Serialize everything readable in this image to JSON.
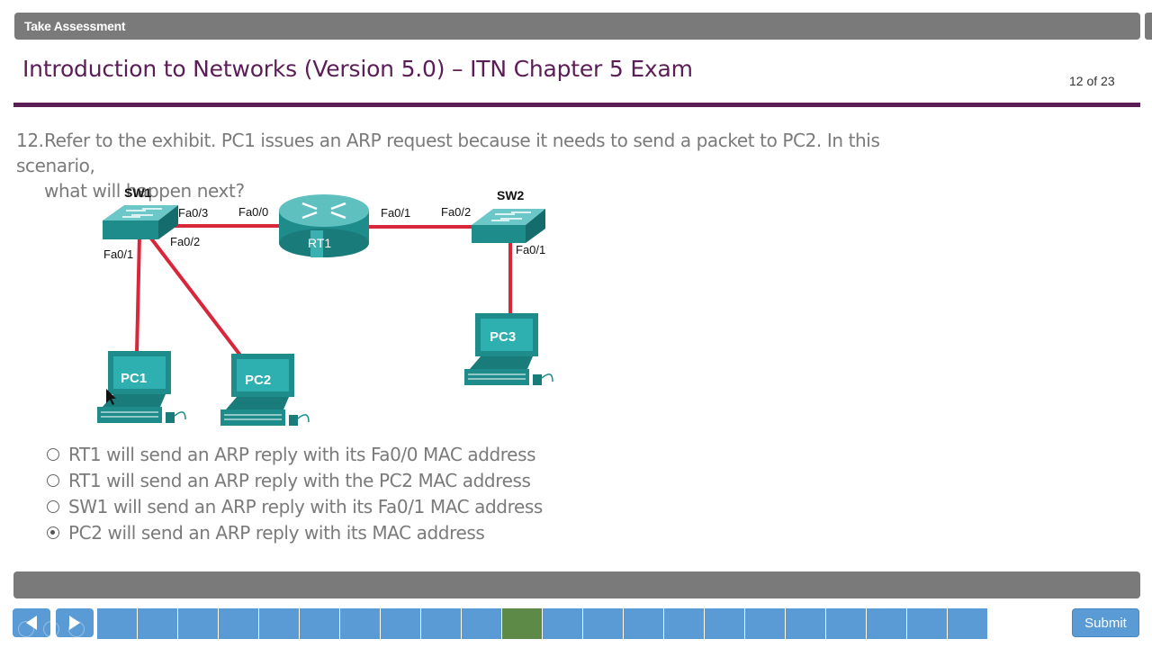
{
  "header": {
    "bar_title": "Take Assessment",
    "exam_title": "Introduction to Networks (Version 5.0) – ITN Chapter 5 Exam",
    "counter": "12 of 23"
  },
  "question": {
    "number": "12.",
    "line1": "Refer to the exhibit. PC1 issues an ARP request because it needs to send a packet to PC2. In this scenario,",
    "line2": "what will happen next?"
  },
  "exhibit": {
    "sw1": "SW1",
    "sw2": "SW2",
    "rt1": "RT1",
    "pc1": "PC1",
    "pc2": "PC2",
    "pc3": "PC3",
    "sw1_fa03": "Fa0/3",
    "sw1_fa02": "Fa0/2",
    "sw1_fa01": "Fa0/1",
    "rt1_fa00": "Fa0/0",
    "rt1_fa01": "Fa0/1",
    "sw2_fa02": "Fa0/2",
    "sw2_fa01": "Fa0/1",
    "link_color": "#d8263a",
    "device_color": "#1f8c8c"
  },
  "answers": [
    {
      "label": "RT1 will send an ARP reply with its Fa0/0 MAC address",
      "selected": false
    },
    {
      "label": "RT1 will send an ARP reply with the PC2 MAC address",
      "selected": false
    },
    {
      "label": "SW1 will send an ARP reply with its Fa0/1 MAC address",
      "selected": false
    },
    {
      "label": "PC2 will send an ARP reply with its MAC address",
      "selected": true
    }
  ],
  "footer": {
    "submit_label": "Submit",
    "prev_icon": "arrow-left-icon",
    "next_icon": "arrow-right-icon",
    "question_tiles": 23,
    "current_tile": 12
  },
  "colors": {
    "title_purple": "#5b1d56",
    "bar_gray": "#7a7a7a",
    "nav_blue": "#5b9bd5",
    "current_green": "#5e8a48"
  }
}
